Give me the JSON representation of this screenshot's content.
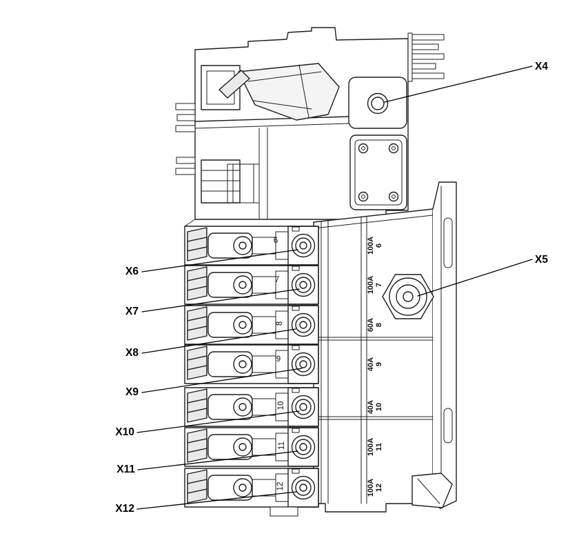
{
  "figure": {
    "callouts": {
      "x4": "X4",
      "x5": "X5",
      "x6": "X6",
      "x7": "X7",
      "x8": "X8",
      "x9": "X9",
      "x10": "X10",
      "x11": "X11",
      "x12": "X12"
    },
    "fuses": [
      {
        "amps": "100A",
        "num": "6"
      },
      {
        "amps": "100A",
        "num": "7"
      },
      {
        "amps": "60A",
        "num": "8"
      },
      {
        "amps": "40A",
        "num": "9"
      },
      {
        "amps": "40A",
        "num": "10"
      },
      {
        "amps": "100A",
        "num": "11"
      },
      {
        "amps": "100A",
        "num": "12"
      }
    ],
    "terminal_numbers": [
      "6",
      "7",
      "8",
      "9",
      "10",
      "11",
      "12"
    ],
    "colors": {
      "line": "#1c1c1c",
      "background": "#ffffff",
      "label": "#000000"
    }
  }
}
